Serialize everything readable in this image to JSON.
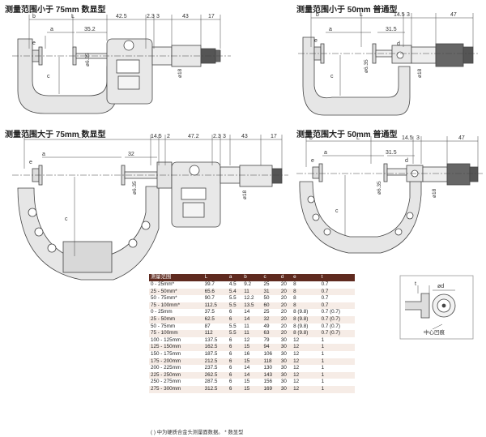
{
  "titles": {
    "top_left": "测量范围小于 75mm 数显型",
    "top_right": "测量范围小于 50mm 普通型",
    "bottom_left": "测量范围大于 75mm 数显型",
    "bottom_right": "测量范围大于 50mm 普通型"
  },
  "dims": {
    "tl": {
      "b": "b",
      "a": "a",
      "L": "L",
      "d42": "42.5",
      "d23": "2.3",
      "d3": "3",
      "d43": "43",
      "d17": "17",
      "d352": "35.2",
      "phi35": "ø6.35",
      "phi18": "ø18",
      "c": "c",
      "e": "e"
    },
    "tr": {
      "b": "b",
      "a": "a",
      "L": "L",
      "d145": "14.5",
      "d3": "3",
      "d47": "47",
      "d315": "31.5",
      "phi35": "ø6.35",
      "phi18": "ø18",
      "c": "c",
      "e": "e",
      "d": "d"
    },
    "bl": {
      "b": "b",
      "a": "a",
      "L": "L",
      "d32": "32",
      "d145": "14.5",
      "d2": "2",
      "d472": "47.2",
      "d23": "2.3",
      "d3": "3",
      "d43": "43",
      "d17": "17",
      "phi35": "ø6.35",
      "phi18": "ø18",
      "c": "c",
      "e": "e"
    },
    "br": {
      "b": "b",
      "a": "a",
      "L": "L",
      "d315": "31.5",
      "d145": "14.5",
      "d3": "3",
      "d47": "47",
      "phi35": "ø6.35",
      "phi18": "ø18",
      "c": "c",
      "d": "d",
      "e": "e"
    }
  },
  "table": {
    "headers": [
      "测量范围",
      "L",
      "a",
      "b",
      "c",
      "d",
      "e",
      "t"
    ],
    "rows": [
      [
        "0 - 25mm*",
        "39.7",
        "4.5",
        "9.2",
        "25",
        "20",
        "8",
        "0.7"
      ],
      [
        "25 - 50mm*",
        "65.6",
        "5.4",
        "11",
        "31",
        "20",
        "8",
        "0.7"
      ],
      [
        "50 - 75mm*",
        "90.7",
        "5.5",
        "12.2",
        "50",
        "20",
        "8",
        "0.7"
      ],
      [
        "75 - 100mm*",
        "112.5",
        "5.5",
        "13.5",
        "60",
        "20",
        "8",
        "0.7"
      ],
      [
        "0 - 25mm",
        "37.5",
        "6",
        "14",
        "25",
        "20",
        "8 (9.8)",
        "0.7 (0.7)"
      ],
      [
        "25 - 50mm",
        "62.5",
        "6",
        "14",
        "32",
        "20",
        "8 (9.8)",
        "0.7 (0.7)"
      ],
      [
        "50 - 75mm",
        "87",
        "5.5",
        "11",
        "49",
        "20",
        "8 (9.8)",
        "0.7 (0.7)"
      ],
      [
        "75 - 100mm",
        "112",
        "5.5",
        "11",
        "63",
        "20",
        "8 (9.8)",
        "0.7 (0.7)"
      ],
      [
        "100 - 125mm",
        "137.5",
        "6",
        "12",
        "79",
        "30",
        "12",
        "1"
      ],
      [
        "125 - 150mm",
        "162.5",
        "6",
        "15",
        "94",
        "30",
        "12",
        "1"
      ],
      [
        "150 - 175mm",
        "187.5",
        "6",
        "16",
        "106",
        "30",
        "12",
        "1"
      ],
      [
        "175 - 200mm",
        "212.5",
        "6",
        "15",
        "118",
        "30",
        "12",
        "1"
      ],
      [
        "200 - 225mm",
        "237.5",
        "6",
        "14",
        "130",
        "30",
        "12",
        "1"
      ],
      [
        "225 - 250mm",
        "262.5",
        "6",
        "14",
        "143",
        "30",
        "12",
        "1"
      ],
      [
        "250 - 275mm",
        "287.5",
        "6",
        "15",
        "156",
        "30",
        "12",
        "1"
      ],
      [
        "275 - 300mm",
        "312.5",
        "6",
        "15",
        "169",
        "30",
        "12",
        "1"
      ]
    ]
  },
  "note": "( ) 中为硬质合金头测量面数据。 * 数显型",
  "inset": {
    "t": "t",
    "phi_d": "ød",
    "label": "中心凹痕"
  },
  "colors": {
    "header_bg": "#5f2a1f",
    "row_alt": "#f6ece6",
    "frame_fill": "#e9e9e9",
    "frame_stroke": "#444"
  }
}
